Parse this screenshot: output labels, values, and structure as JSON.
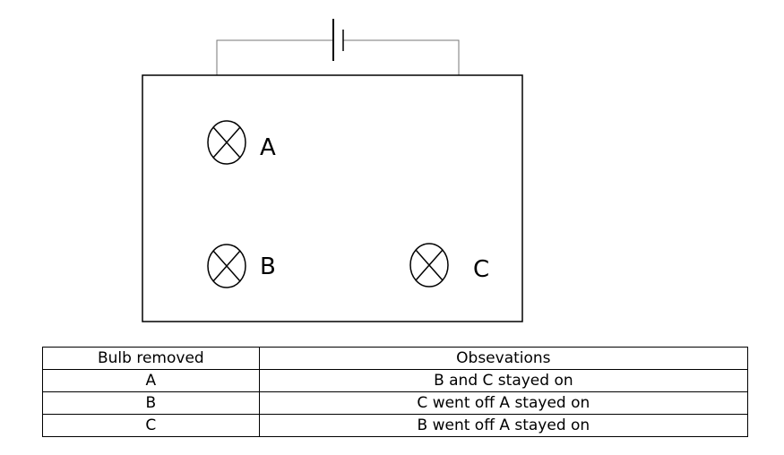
{
  "diagram": {
    "bulbs": [
      {
        "id": "A",
        "label": "A"
      },
      {
        "id": "B",
        "label": "B"
      },
      {
        "id": "C",
        "label": "C"
      }
    ]
  },
  "table": {
    "headers": [
      "Bulb removed",
      "Obsevations"
    ],
    "rows": [
      [
        "A",
        "B and C stayed on"
      ],
      [
        "B",
        "C went off A stayed on"
      ],
      [
        "C",
        "B went off A stayed on"
      ]
    ]
  }
}
